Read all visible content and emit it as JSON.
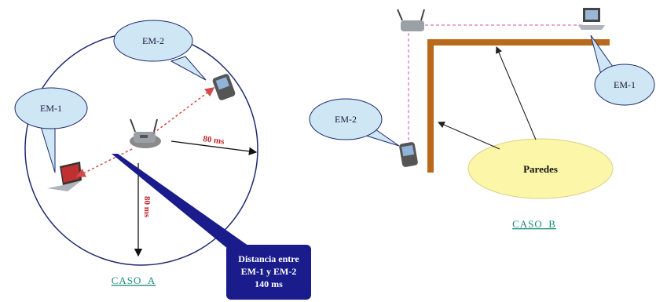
{
  "caso_a": {
    "em1_label": "EM-1",
    "em2_label": "EM-2",
    "range_horizontal": "80 ms",
    "range_vertical": "80 ms",
    "distance_box_line1": "Distancia entre",
    "distance_box_line2": "EM-1 y EM-2",
    "distance_box_line3": "140 ms",
    "caption": "CASO_A"
  },
  "caso_b": {
    "em1_label": "EM-1",
    "em2_label": "EM-2",
    "walls_label": "Paredes",
    "caption": "CASO_B"
  },
  "colors": {
    "circle": "#1c2a6e",
    "red_arrow": "#d24a4a",
    "wall": "#b8691a",
    "pink_dash": "#e06ad0",
    "box_fill": "#1a1c8c",
    "bubble_fill": "#cfe6f5",
    "paredes_fill": "#fbf6a8",
    "caption": "#1a8a7a"
  }
}
